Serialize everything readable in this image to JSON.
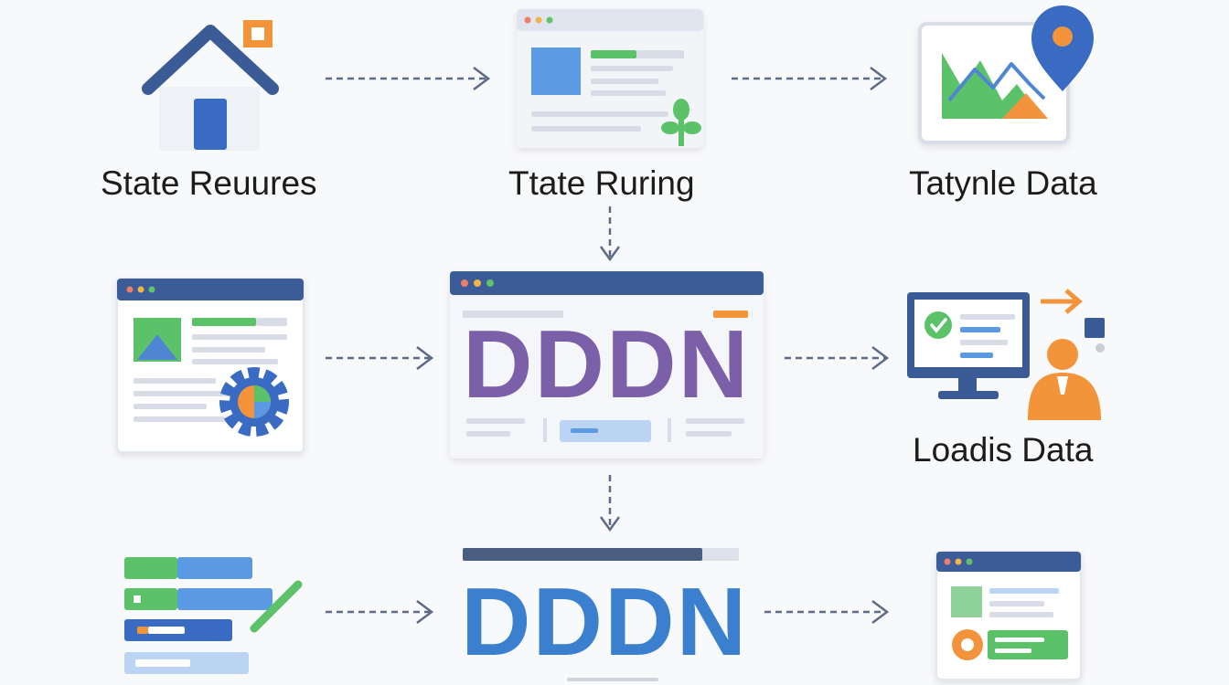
{
  "nodes": {
    "top_left": {
      "label": "State Reuures"
    },
    "top_mid": {
      "label": "Ttate Ruring"
    },
    "top_right": {
      "label": "Tatynle Data"
    },
    "mid_right": {
      "label": "Loadis Data"
    }
  },
  "center": {
    "text": "DDDN"
  },
  "bottom": {
    "text": "DDDN"
  },
  "colors": {
    "navy": "#3a5b96",
    "blue": "#4f86d4",
    "green": "#5cc26a",
    "orange": "#f3933a",
    "purple": "#7b5fa8",
    "arrow": "#5d6b86"
  },
  "icons": [
    "house-icon",
    "browser-window-icon",
    "map-pin-icon",
    "gear-icon",
    "checkmark-icon",
    "person-icon",
    "pencil-icon",
    "monitor-icon"
  ]
}
